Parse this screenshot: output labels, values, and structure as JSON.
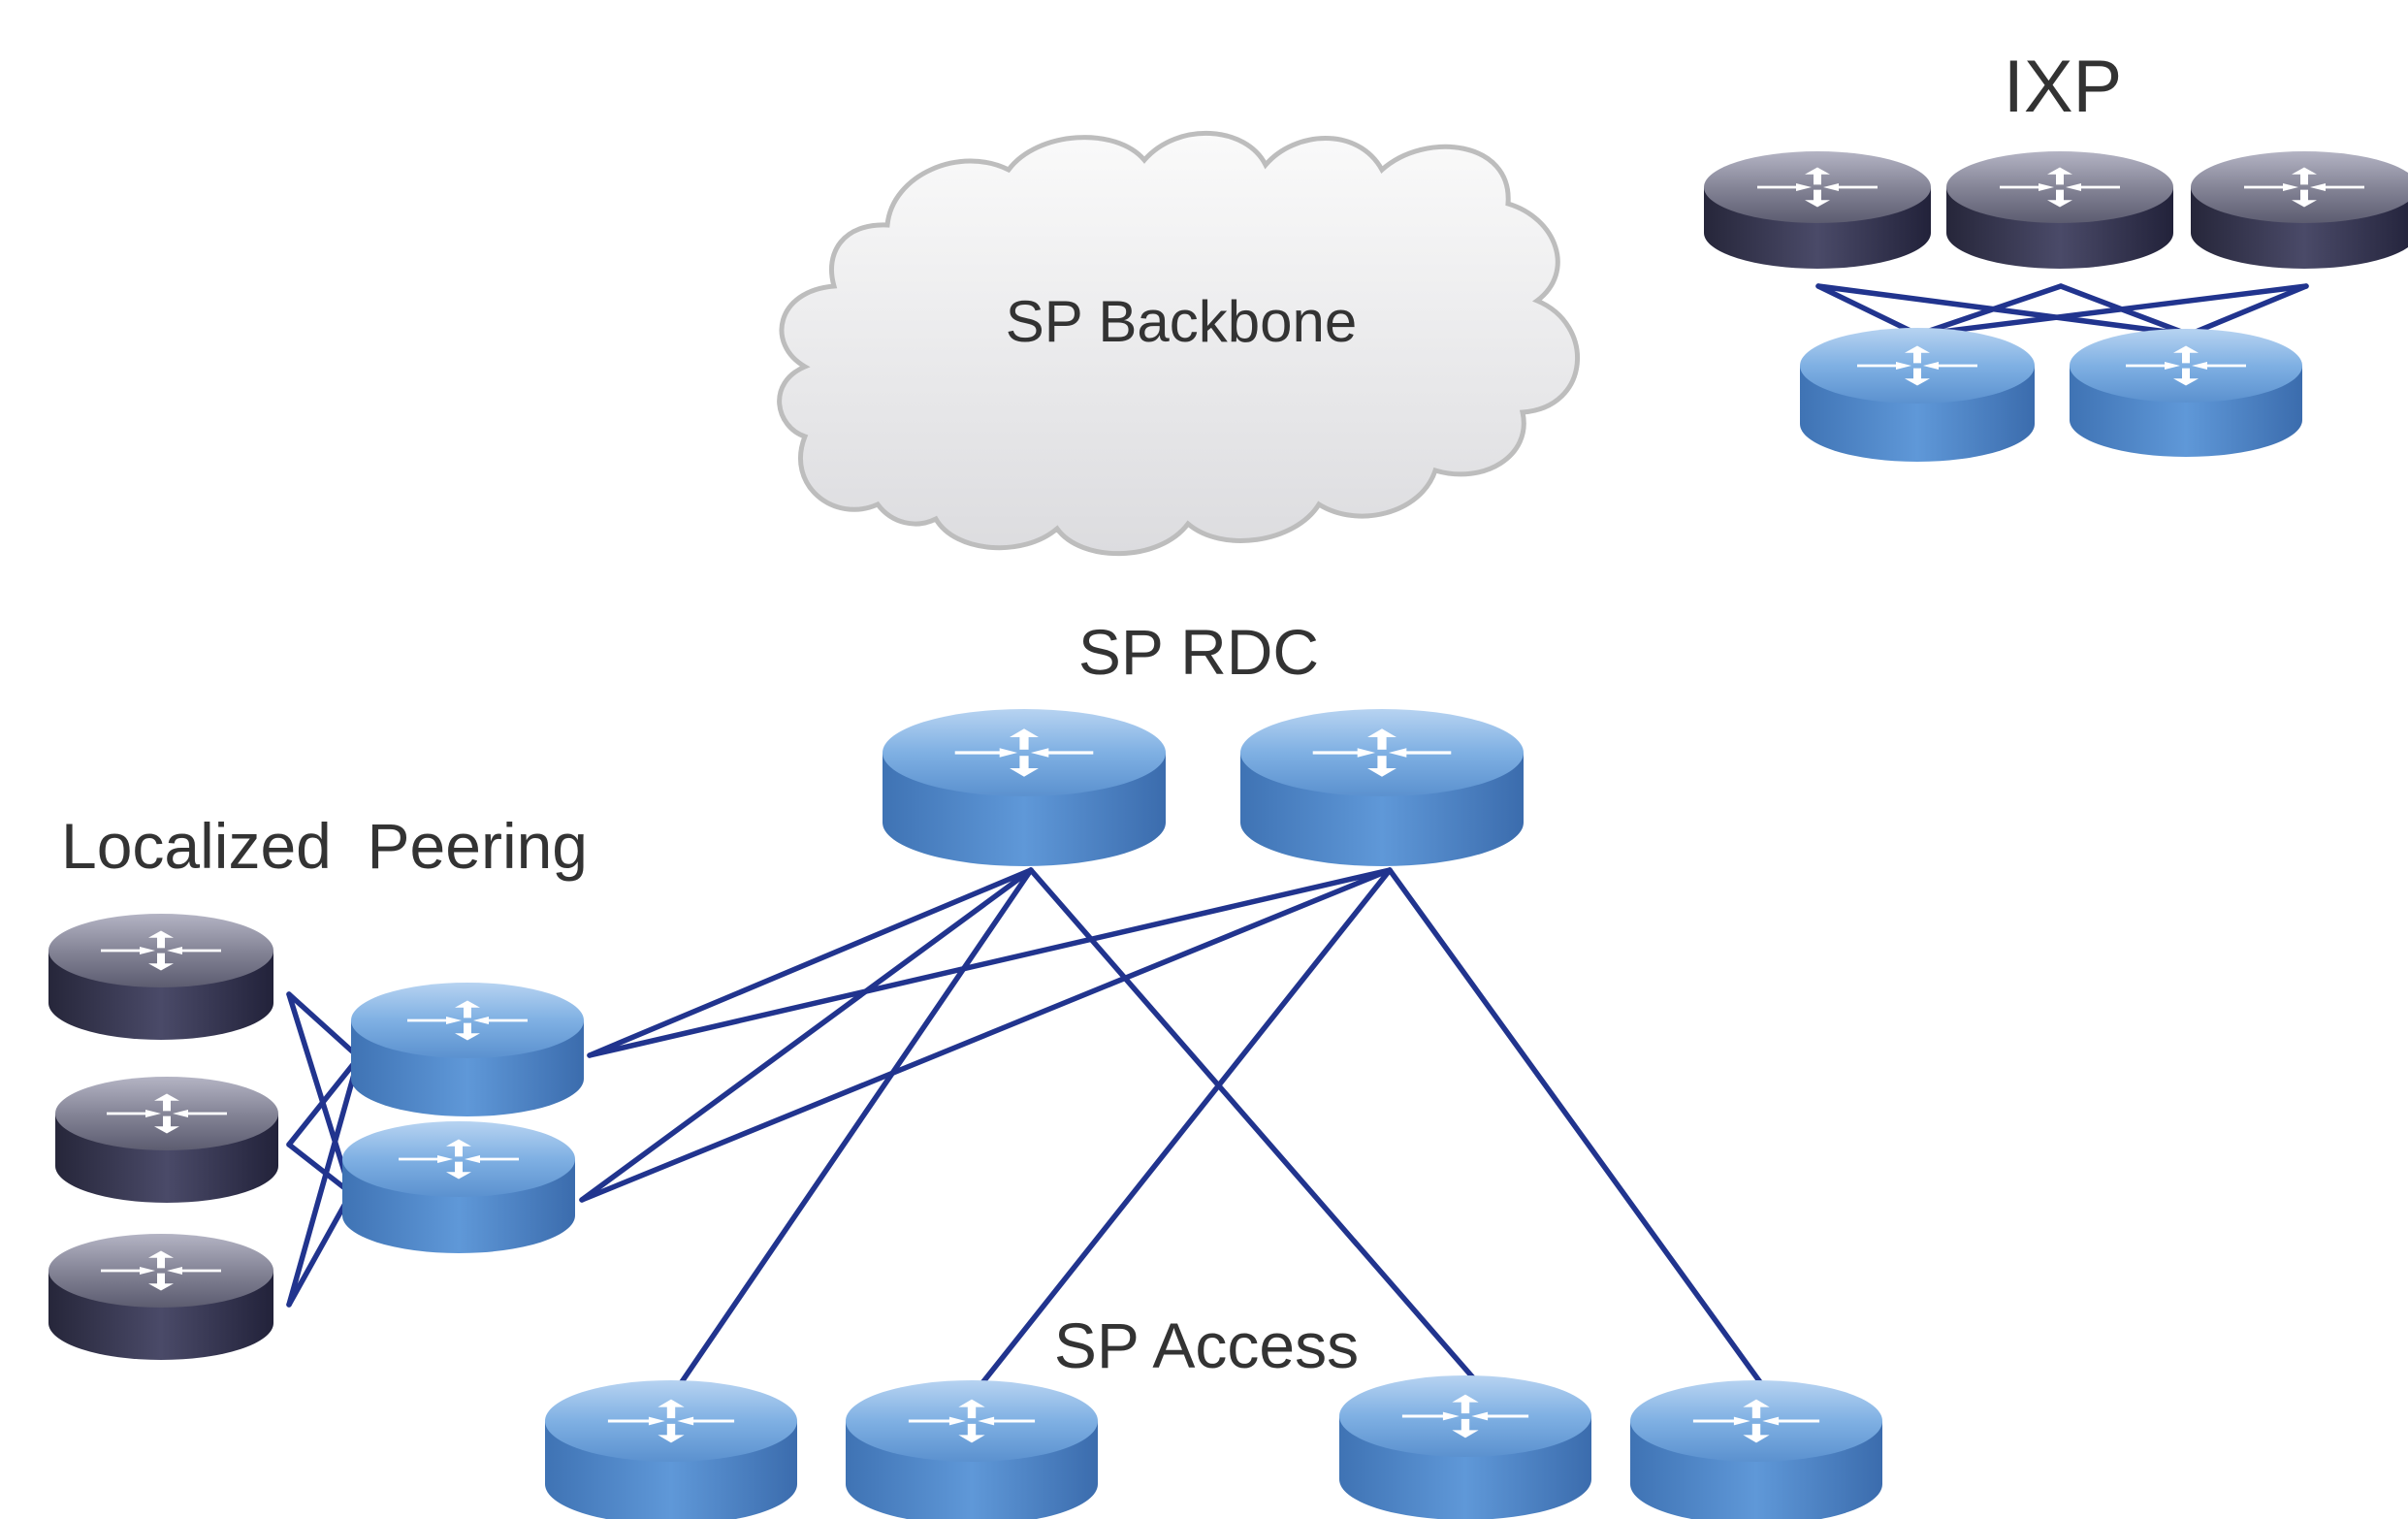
{
  "labels": {
    "ixp": "IXP",
    "backbone": "SP Backbone",
    "rdc": "SP RDC",
    "peering": "Localized  Peering",
    "access": "SP Access"
  },
  "colors": {
    "link": "#21348e",
    "router_blue": "#4f86c6",
    "router_dark": "#3a3a52",
    "cloud_fill": "#eeeeef",
    "cloud_stroke": "#bdbdbd",
    "text": "#333333"
  },
  "icons": {
    "router": "router-icon",
    "cloud": "cloud-icon"
  }
}
